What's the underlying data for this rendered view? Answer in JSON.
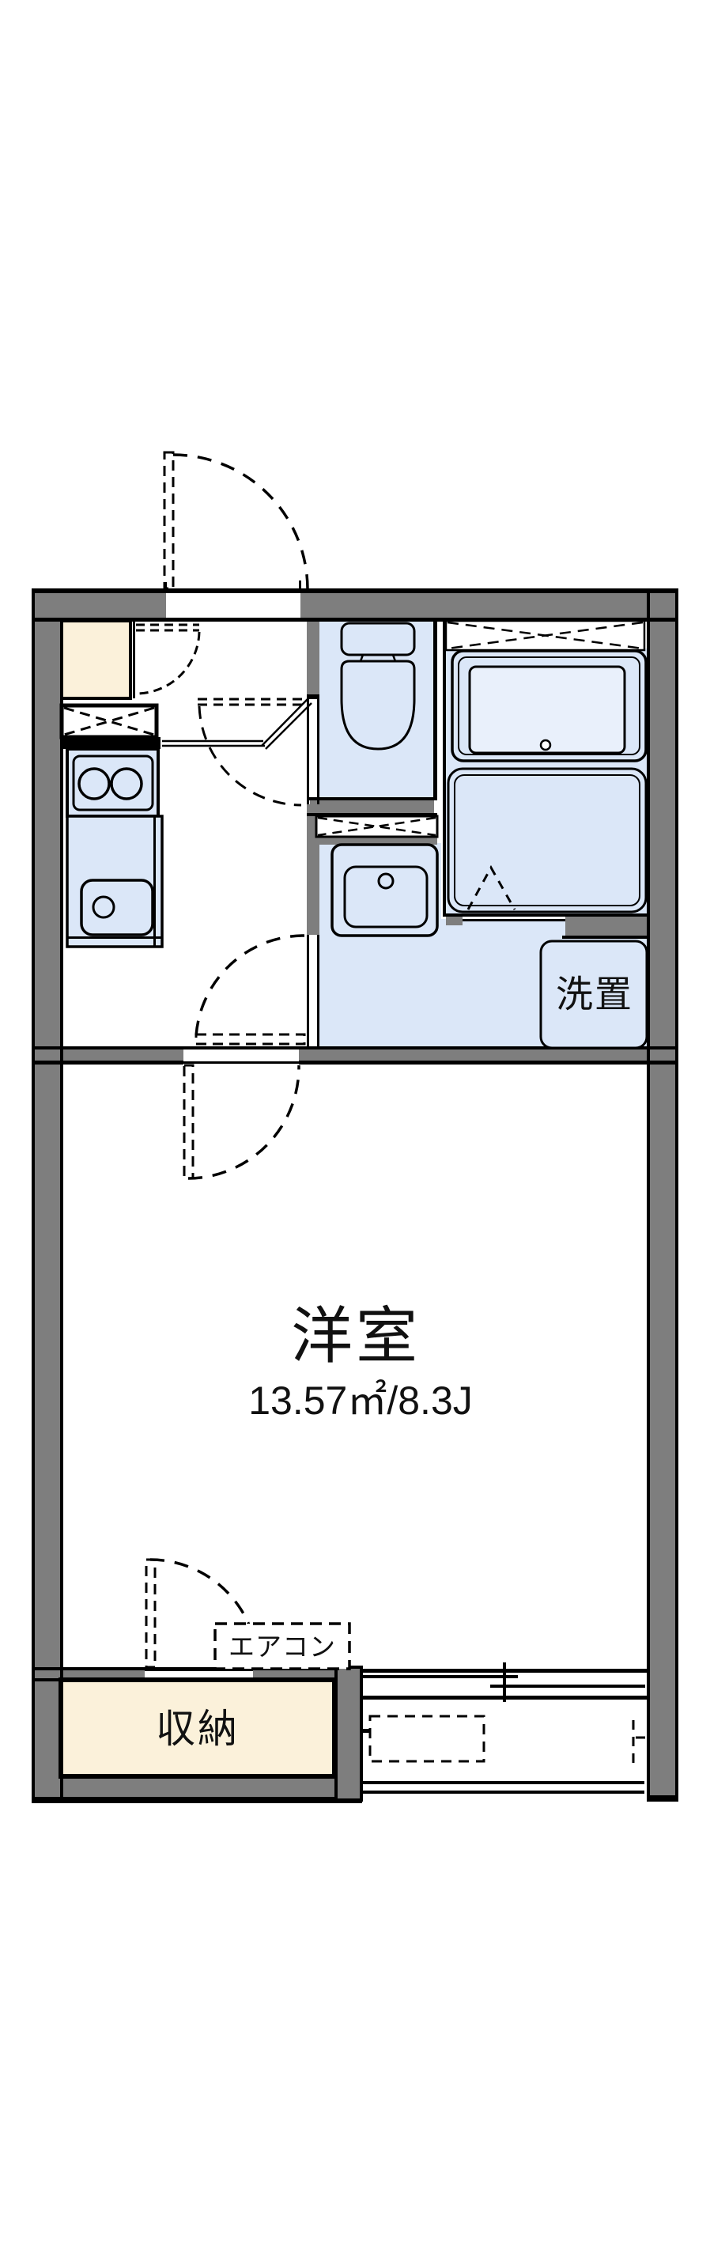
{
  "floor_plan": {
    "type": "apartment-floor-plan",
    "labels": {
      "western_room": "洋室",
      "western_room_area": "13.57㎡/8.3J",
      "washing_machine_space": "洗置",
      "closet": "収納",
      "air_conditioner": "エアコン"
    },
    "colors": {
      "wall_gray": "#7e7e7e",
      "floor_blue": "#dbe7f8",
      "tub_inner_blue": "#e9f0fb",
      "cabinet_cream": "#fbf1da",
      "line_black": "#000000",
      "background": "#ffffff"
    }
  }
}
